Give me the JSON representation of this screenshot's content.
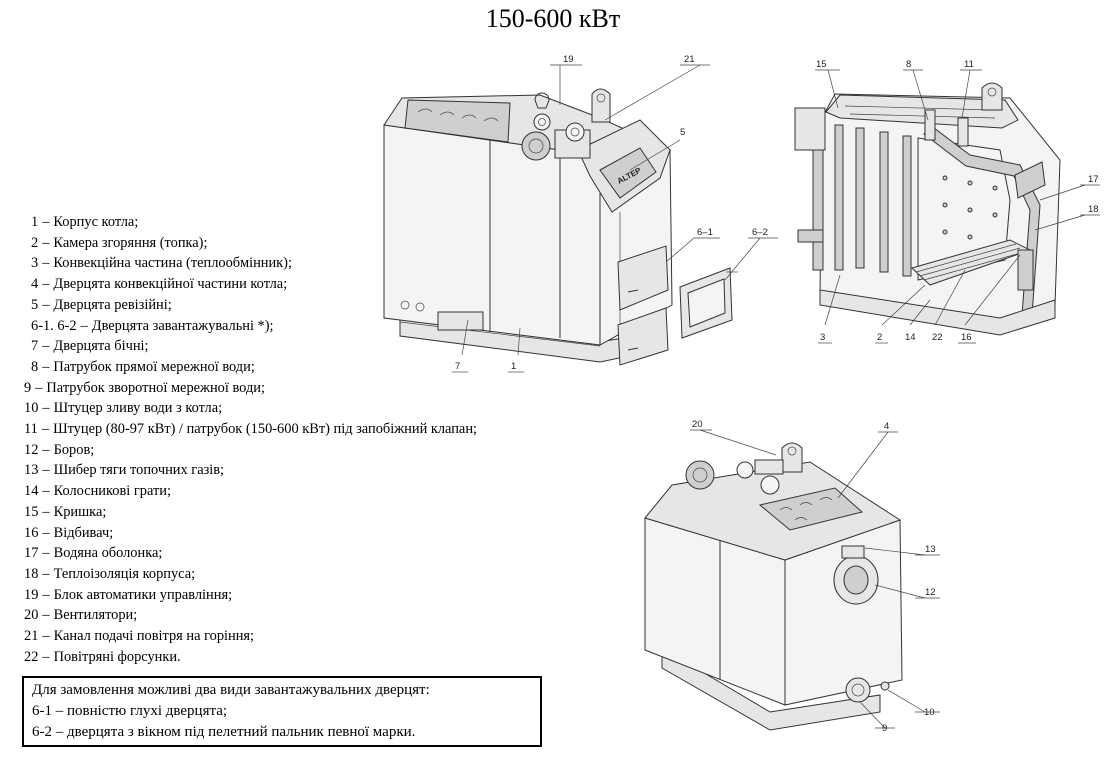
{
  "title": "150-600 кВт",
  "legend": [
    {
      "num": "1",
      "text": "Корпус котла;"
    },
    {
      "num": "2",
      "text": "Камера згоряння (топка);"
    },
    {
      "num": "3",
      "text": "Конвекційна частина (теплообмінник);"
    },
    {
      "num": "4",
      "text": "Дверцята конвекційної частини котла;"
    },
    {
      "num": "5",
      "text": "Дверцята ревізійні;"
    },
    {
      "num": "6-1. 6-2",
      "text": "Дверцята завантажувальні *);"
    },
    {
      "num": "7",
      "text": "Дверцята бічні;"
    },
    {
      "num": "8",
      "text": "Патрубок прямої мережної води;"
    },
    {
      "num": "9",
      "text": "Патрубок зворотної мережної води;"
    },
    {
      "num": "10",
      "text": "Штуцер зливу води з котла;"
    },
    {
      "num": "11",
      "text": "Штуцер (80-97 кВт) / патрубок (150-600 кВт)  під запобіжний клапан;"
    },
    {
      "num": "12",
      "text": "Боров;"
    },
    {
      "num": "13",
      "text": "Шибер тяги топочних газів;"
    },
    {
      "num": "14",
      "text": "Колосникові грати;"
    },
    {
      "num": "15",
      "text": "Кришка;"
    },
    {
      "num": "16",
      "text": "Відбивач;"
    },
    {
      "num": "17",
      "text": "Водяна оболонка;"
    },
    {
      "num": "18",
      "text": "Теплоізоляція корпуса;"
    },
    {
      "num": "19",
      "text": "Блок автоматики управління;"
    },
    {
      "num": "20",
      "text": "Вентилятори;"
    },
    {
      "num": "21",
      "text": "Канал подачі повітря на горіння;"
    },
    {
      "num": "22",
      "text": "Повітряні форсунки."
    }
  ],
  "note": {
    "line1": "Для замовлення можливі два види завантажувальних дверцят:",
    "line2": "6-1 – повністю глухі дверцята;",
    "line3": "6-2 – дверцята з вікном під пелетний пальник певної марки."
  },
  "callouts": {
    "c1": "1",
    "c2": "2",
    "c3": "3",
    "c4": "4",
    "c5": "5",
    "c6_1": "6–1",
    "c6_2": "6–2",
    "c7": "7",
    "c8": "8",
    "c9": "9",
    "c10": "10",
    "c11": "11",
    "c12": "12",
    "c13": "13",
    "c14": "14",
    "c15": "15",
    "c16": "16",
    "c17": "17",
    "c18": "18",
    "c19": "19",
    "c20": "20",
    "c21": "21",
    "c22": "22"
  },
  "logo_text": "ALTEP"
}
